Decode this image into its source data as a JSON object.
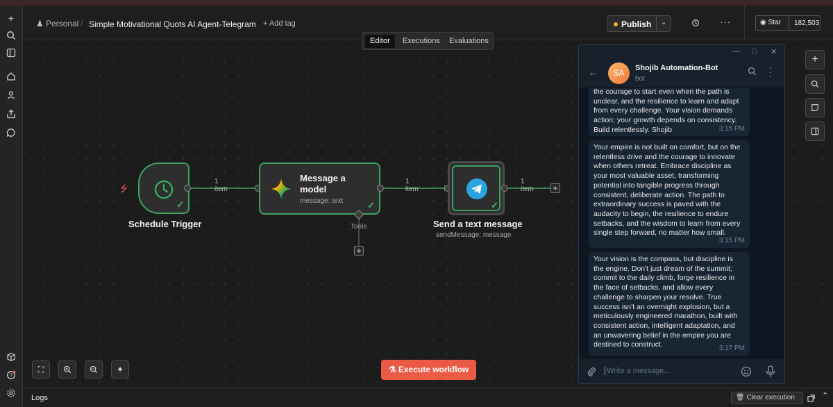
{
  "header": {
    "project": "Personal",
    "title": "Simple Motivational Quots AI Agent-Telegram",
    "add_tag": "+ Add tag",
    "publish_label": "Publish",
    "github_star_label": "Star",
    "github_star_count": "182,503"
  },
  "tabs": [
    {
      "label": "Editor",
      "active": true
    },
    {
      "label": "Executions",
      "active": false
    },
    {
      "label": "Evaluations",
      "active": false
    }
  ],
  "workflow": {
    "nodes": [
      {
        "name": "Schedule Trigger",
        "subtitle": ""
      },
      {
        "name_line1": "Message a",
        "name_line2": "model",
        "subtitle": "message: text",
        "tools_label": "Tools"
      },
      {
        "name": "Send a text message",
        "subtitle": "sendMessage: message"
      }
    ],
    "edges": [
      "1 item",
      "1 item",
      "1 item"
    ]
  },
  "execute_label": "Execute workflow",
  "telegram": {
    "avatar_initials": "SA",
    "bot_name": "Shojib Automation-Bot",
    "bot_status": "bot",
    "input_placeholder": "Write a message...",
    "messages": [
      {
        "text": "the courage to start even when the path is unclear, and the resilience to learn and adapt from every challenge. Your vision demands action; your growth depends on consistency. Build relentlessly. Shojib",
        "time": "3:15 PM"
      },
      {
        "text": "Your empire is not built on comfort, but on the relentless drive and the courage to innovate when others retreat. Embrace discipline as your most valuable asset, transforming potential into tangible progress through consistent, deliberate action. The path to extraordinary success is paved with the audacity to begin, the resilience to endure setbacks, and the wisdom to learn from every single step forward, no matter how small.",
        "time": "3:15 PM"
      },
      {
        "text": "Your vision is the compass, but discipline is the engine. Don't just dream of the summit; commit to the daily climb, forge resilience in the face of setbacks, and allow every challenge to sharpen your resolve. True success isn't an overnight explosion, but a meticulously engineered marathon, built with consistent action, intelligent adaptation, and an unwavering belief in the empire you are destined to construct.",
        "time": "3:17 PM"
      }
    ]
  },
  "bottom": {
    "logs_label": "Logs",
    "clear_label": "Clear execution"
  },
  "colors": {
    "success": "#3ba35f",
    "execute": "#ea5a45",
    "publish_dot": "#f0b429",
    "telegram_bg": "#0e1621"
  }
}
